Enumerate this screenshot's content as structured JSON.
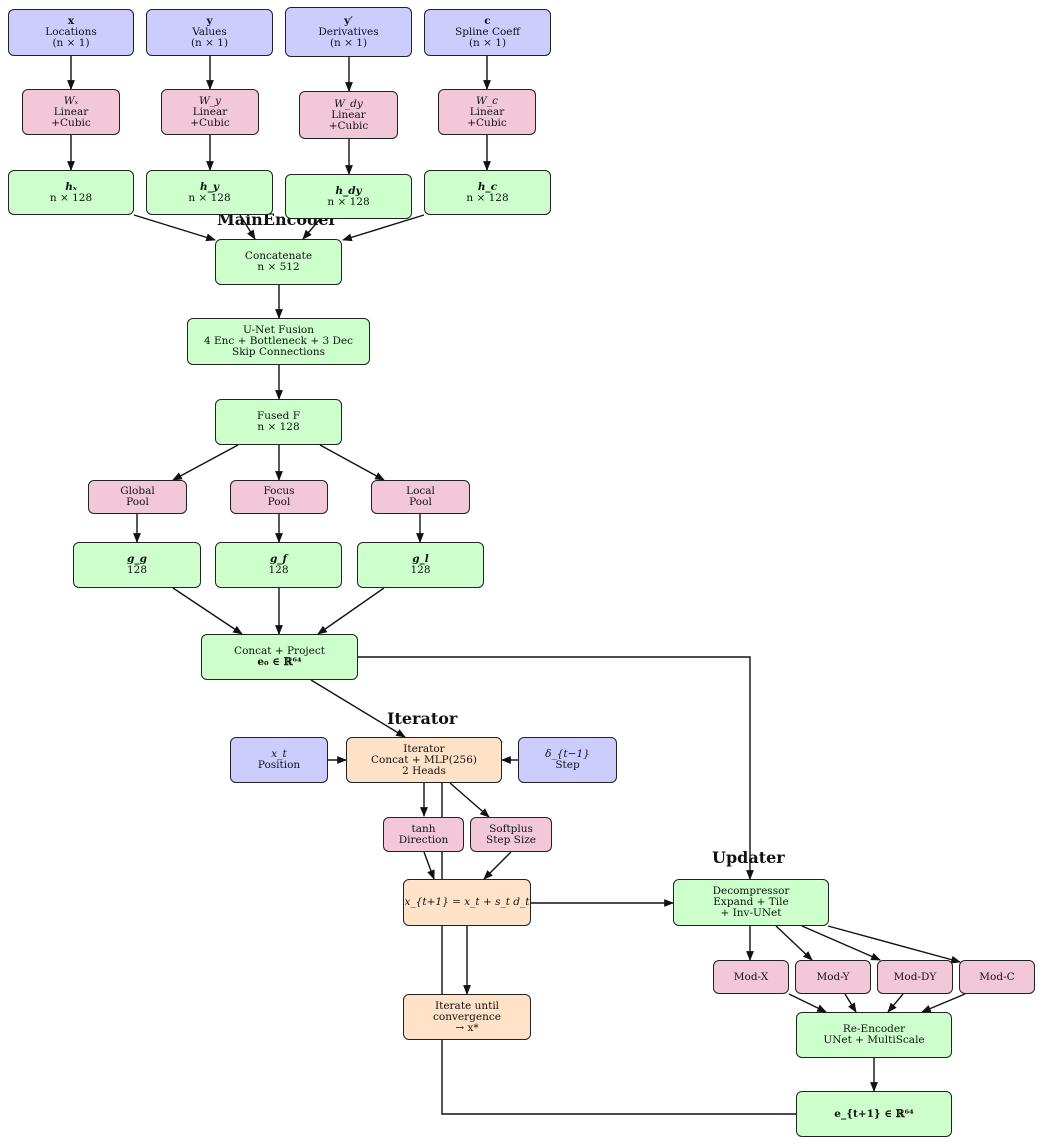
{
  "sections": {
    "main_encoder": "MainEncoder",
    "iterator": "Iterator",
    "updater": "Updater"
  },
  "nodes": {
    "in_x": [
      "x",
      "Locations",
      "(n × 1)"
    ],
    "in_y": [
      "y",
      "Values",
      "(n × 1)"
    ],
    "in_dy": [
      "y′",
      "Derivatives",
      "(n × 1)"
    ],
    "in_c": [
      "c",
      "Spline Coeff",
      "(n × 1)"
    ],
    "w_x": [
      "Wₓ",
      "Linear",
      "+Cubic"
    ],
    "w_y": [
      "W_y",
      "Linear",
      "+Cubic"
    ],
    "w_dy": [
      "W_dy",
      "Linear",
      "+Cubic"
    ],
    "w_c": [
      "W_c",
      "Linear",
      "+Cubic"
    ],
    "h_x": [
      "hₓ",
      "n × 128"
    ],
    "h_y": [
      "h_y",
      "n × 128"
    ],
    "h_dy": [
      "h_dy",
      "n × 128"
    ],
    "h_c": [
      "h_c",
      "n × 128"
    ],
    "concat": [
      "Concatenate",
      "n × 512"
    ],
    "unet": [
      "U-Net Fusion",
      "4 Enc + Bottleneck + 3 Dec",
      "Skip Connections"
    ],
    "fused": [
      "Fused F",
      "n × 128"
    ],
    "global_pool": [
      "Global",
      "Pool"
    ],
    "focus_pool": [
      "Focus",
      "Pool"
    ],
    "local_pool": [
      "Local",
      "Pool"
    ],
    "g_g": [
      "g_g",
      "128"
    ],
    "g_f": [
      "g_f",
      "128"
    ],
    "g_l": [
      "g_l",
      "128"
    ],
    "concat_proj": [
      "Concat + Project",
      "e₀ ∈ ℝ⁶⁴"
    ],
    "x_t": [
      "x_t",
      "Position"
    ],
    "iterator": [
      "Iterator",
      "Concat + MLP(256)",
      "2 Heads"
    ],
    "delta": [
      "δ_{t−1}",
      "Step"
    ],
    "tanh": [
      "tanh",
      "Direction"
    ],
    "softplus": [
      "Softplus",
      "Step Size"
    ],
    "update_rule": [
      "x_{t+1} = x_t + s_t d_t"
    ],
    "iterate": [
      "Iterate until",
      "convergence",
      "→ x*"
    ],
    "decompressor": [
      "Decompressor",
      "Expand + Tile",
      "+ Inv-UNet"
    ],
    "mod_x": [
      "Mod-X"
    ],
    "mod_y": [
      "Mod-Y"
    ],
    "mod_dy": [
      "Mod-DY"
    ],
    "mod_c": [
      "Mod-C"
    ],
    "reencoder": [
      "Re-Encoder",
      "UNet + MultiScale"
    ],
    "e_next": [
      "e_{t+1} ∈ ℝ⁶⁴"
    ]
  },
  "colors": {
    "input": "#ccccff",
    "weight": "#f2c8d8",
    "feature": "#ccffcc",
    "iterate": "#ffe2c8",
    "edge": "#111111"
  }
}
